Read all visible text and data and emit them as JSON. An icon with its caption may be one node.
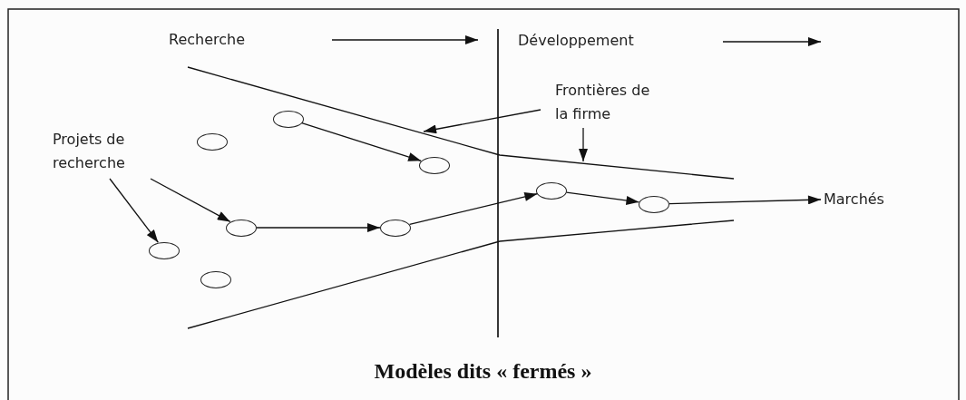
{
  "diagram": {
    "caption": "Modèles dits « fermés »",
    "nodes": [
      {
        "text": [
          "Projets de recherche"
        ]
      },
      {
        "text": [
          "Frontières de la firme"
        ]
      },
      {
        "text": [
          "Marchés"
        ]
      },
      {
        "text": [],
        "shape": "circle"
      },
      {
        "text": [],
        "shape": "circle"
      },
      {
        "text": [],
        "shape": "circle"
      },
      {
        "text": [],
        "shape": "circle"
      },
      {
        "text": [],
        "shape": "circle"
      },
      {
        "text": [],
        "shape": "circle"
      },
      {
        "text": [],
        "shape": "circle"
      },
      {
        "text": [],
        "shape": "circle"
      },
      {
        "text": [],
        "shape": "circle"
      }
    ],
    "edges": [
      {
        "from": 0,
        "to": 3,
        "arrow": "to"
      },
      {
        "from": 0,
        "to": 6,
        "arrow": "to"
      },
      {
        "from": 7,
        "to": 9,
        "arrow": "to"
      },
      {
        "from": 6,
        "to": 8,
        "arrow": "to"
      },
      {
        "from": 8,
        "to": 10,
        "arrow": "to"
      },
      {
        "from": 10,
        "to": 11,
        "arrow": "to"
      },
      {
        "from": 11,
        "to": 2,
        "arrow": "to"
      },
      {
        "from": 1,
        "to": null,
        "arrow": "to"
      },
      {
        "from": 1,
        "to": null,
        "arrow": "to"
      }
    ],
    "labels": [
      "Recherche",
      "Développement"
    ]
  }
}
